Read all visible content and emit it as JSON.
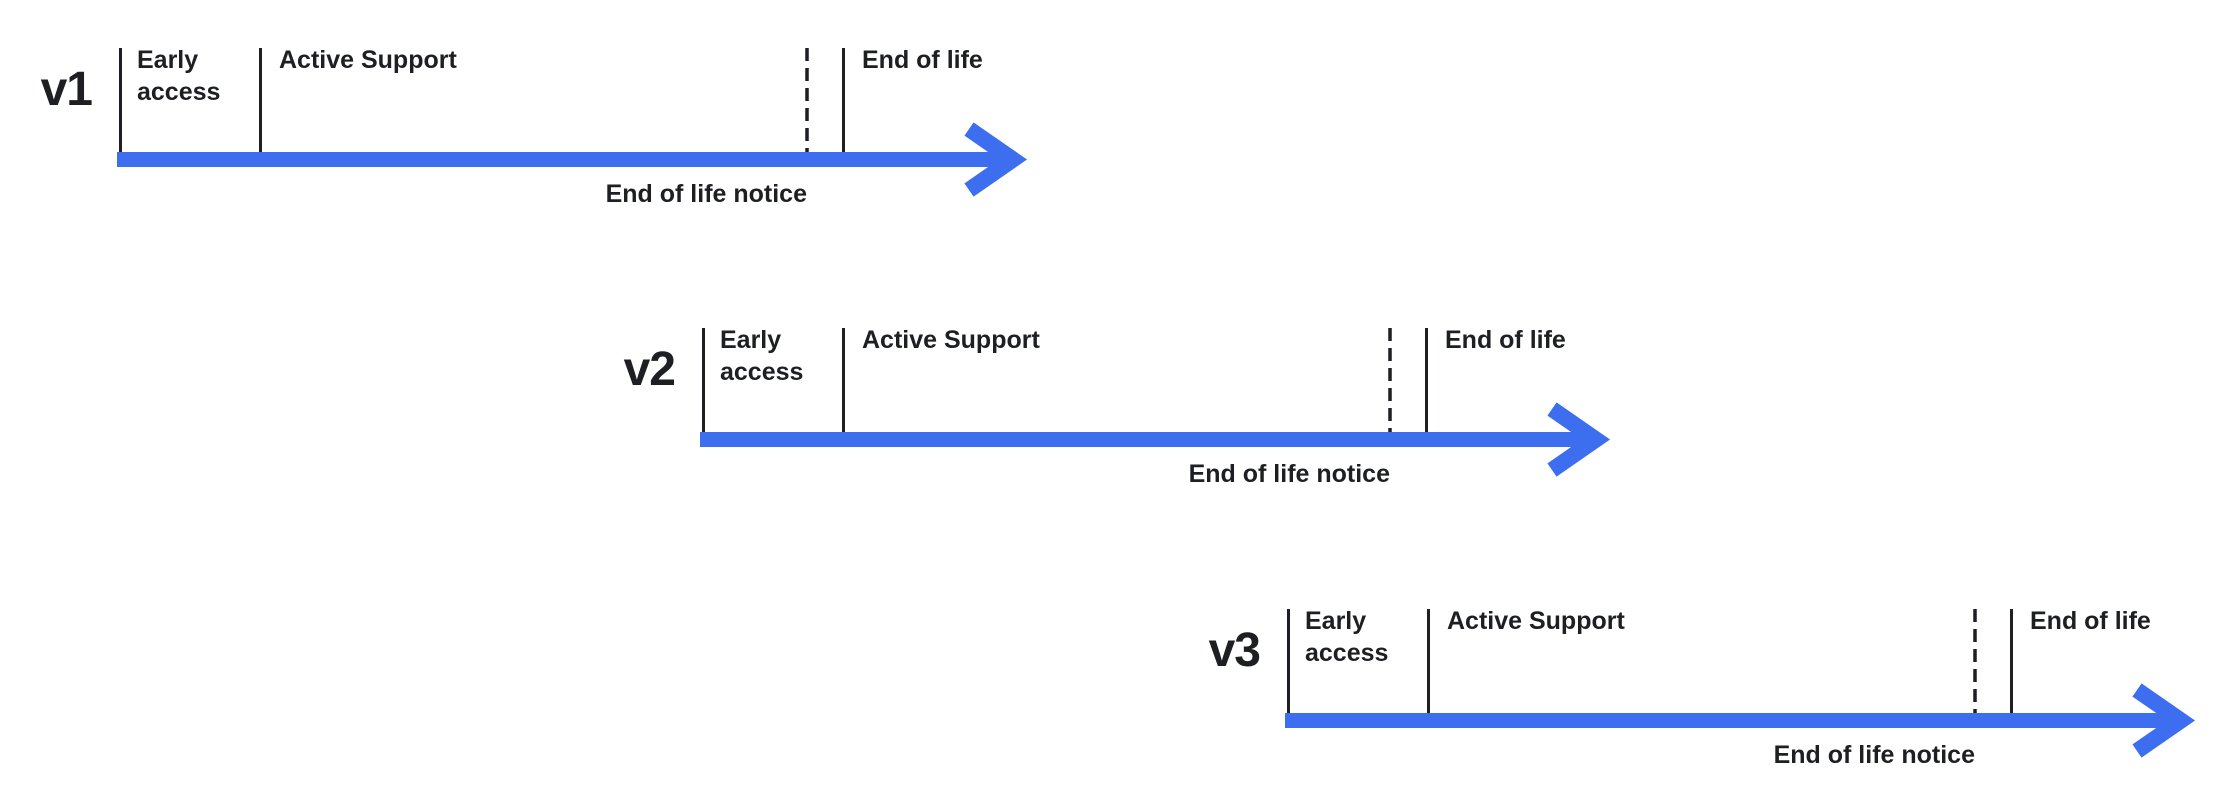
{
  "diagram": {
    "title": "",
    "colors": {
      "arrow_blue": "#3d6ef0",
      "ink": "#1d1f23",
      "background": "#ffffff"
    },
    "timelines": [
      {
        "version": "v1",
        "early_access": "Early access",
        "active_support": "Active Support",
        "end_of_life": "End of life",
        "eol_notice": "End of life notice"
      },
      {
        "version": "v2",
        "early_access": "Early access",
        "active_support": "Active Support",
        "end_of_life": "End of life",
        "eol_notice": "End of life notice"
      },
      {
        "version": "v3",
        "early_access": "Early access",
        "active_support": "Active Support",
        "end_of_life": "End of life",
        "eol_notice": "End of life notice"
      }
    ]
  }
}
